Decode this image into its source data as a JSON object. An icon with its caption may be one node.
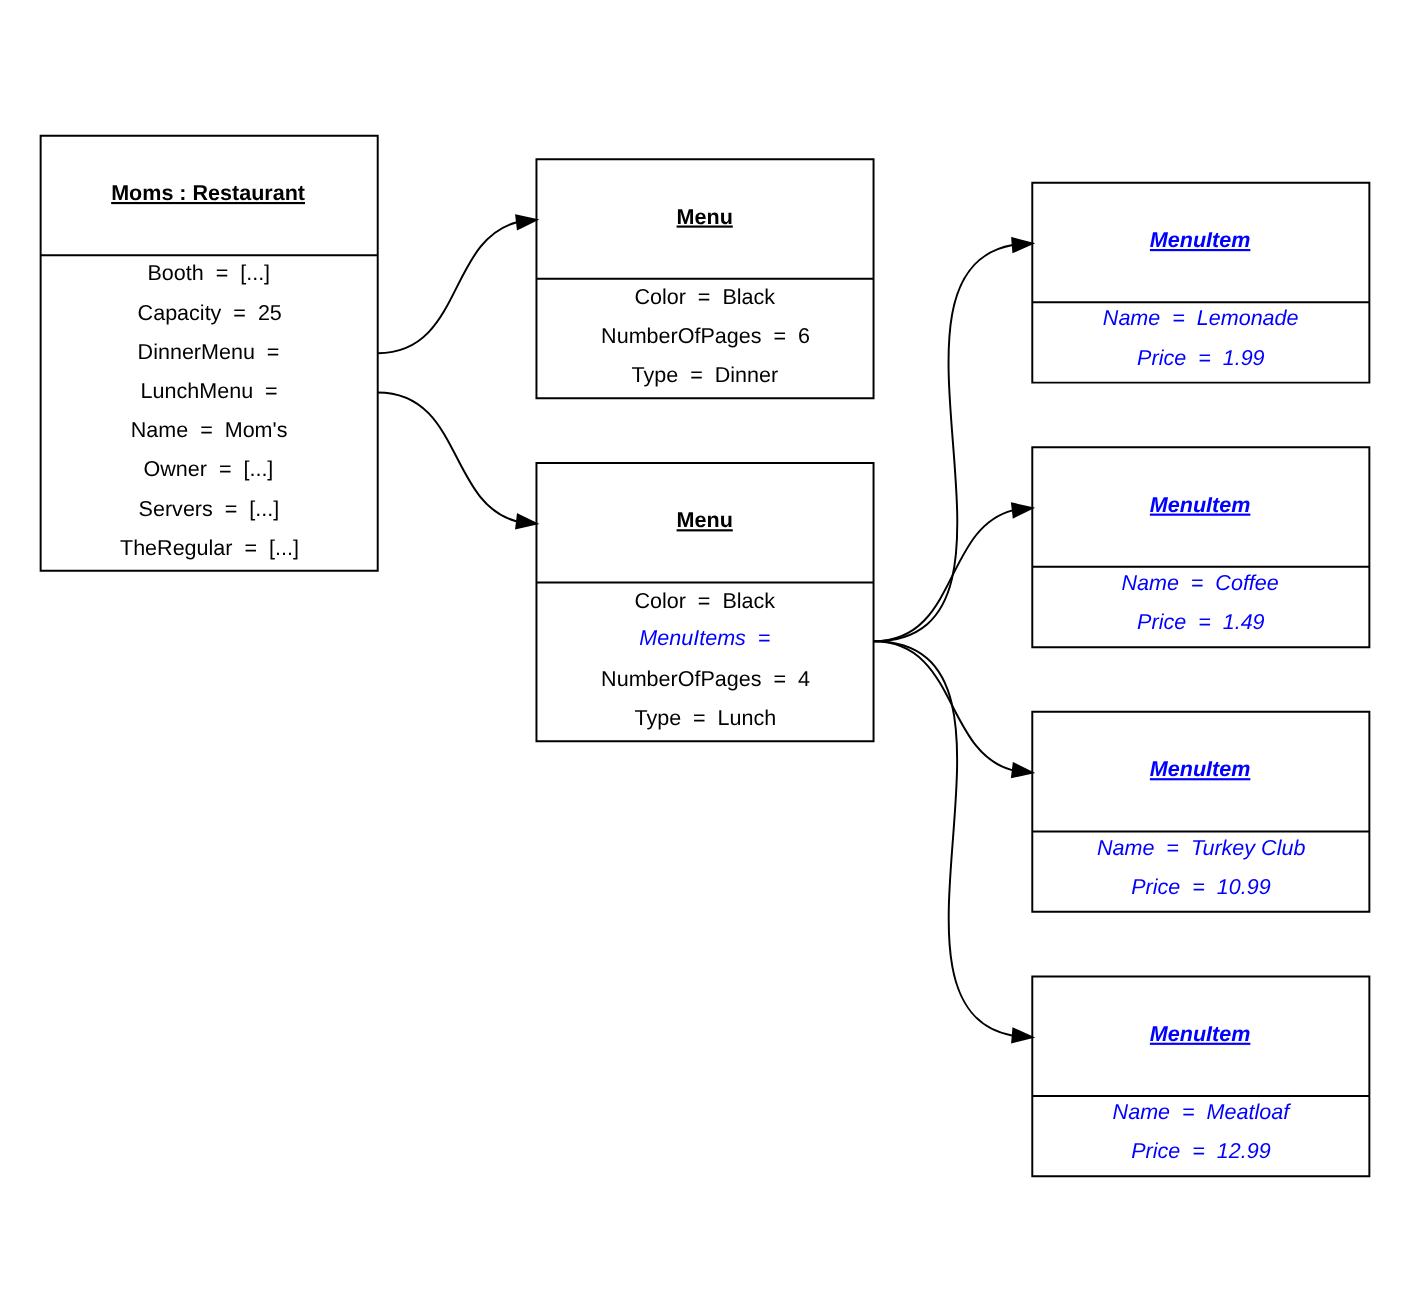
{
  "diagram": {
    "nodes": [
      {
        "text": [
          "Moms : Restaurant",
          "Booth  =  [...]",
          "Capacity  =  25",
          "DinnerMenu  =",
          "LunchMenu  =",
          "Name  =  Mom's",
          "Owner  =  [...]",
          "Servers  =  [...]",
          "TheRegular  =  [...]"
        ]
      },
      {
        "text": [
          "Menu",
          "Color  =  Black",
          "NumberOfPages  =  6",
          "Type  =  Dinner"
        ]
      },
      {
        "text": [
          "Menu",
          "Color  =  Black",
          "MenuItems  =",
          "NumberOfPages  =  4",
          "Type  =  Lunch"
        ]
      },
      {
        "text": [
          "MenuItem",
          "Name  =  Lemonade",
          "Price  =  1.99"
        ]
      },
      {
        "text": [
          "MenuItem",
          "Name  =  Coffee",
          "Price  =  1.49"
        ]
      },
      {
        "text": [
          "MenuItem",
          "Name  =  Turkey Club",
          "Price  =  10.99"
        ]
      },
      {
        "text": [
          "MenuItem",
          "Name  =  Meatloaf",
          "Price  =  12.99"
        ]
      }
    ],
    "edges": [
      {
        "from": 0,
        "to": 1,
        "arrow": "to"
      },
      {
        "from": 0,
        "to": 2,
        "arrow": "to"
      },
      {
        "from": 2,
        "to": 3,
        "arrow": "to"
      },
      {
        "from": 2,
        "to": 4,
        "arrow": "to"
      },
      {
        "from": 2,
        "to": 5,
        "arrow": "to"
      },
      {
        "from": 2,
        "to": 6,
        "arrow": "to"
      }
    ]
  }
}
